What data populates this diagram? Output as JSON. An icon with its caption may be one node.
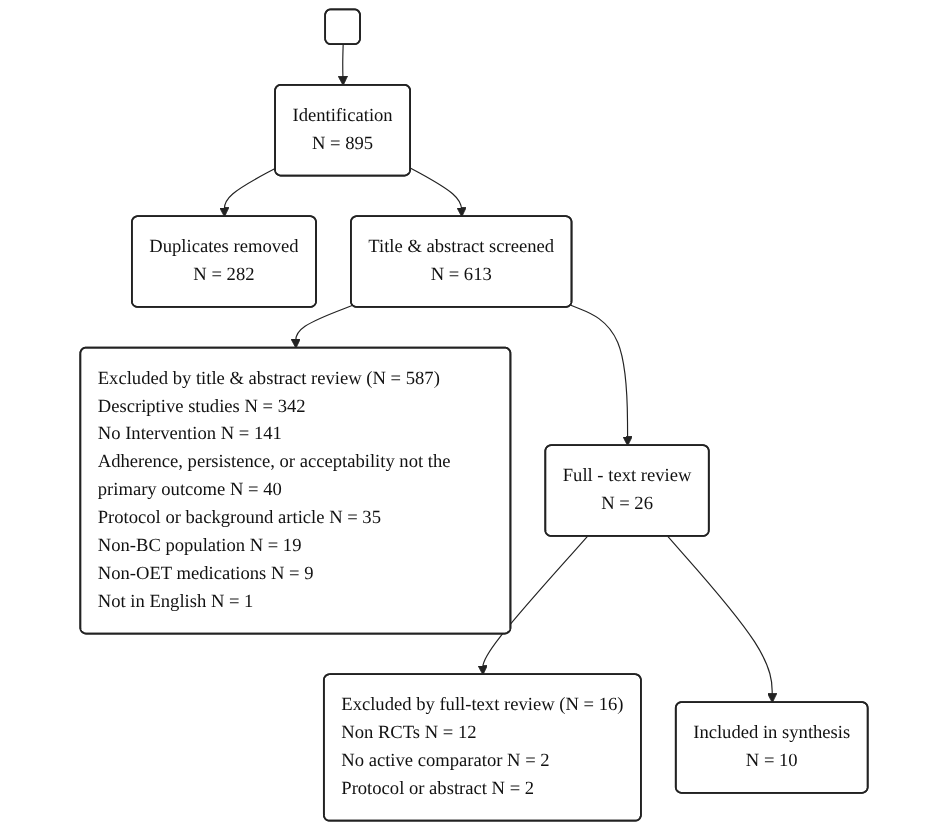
{
  "diagram": {
    "nodes": [
      {
        "text": [
          "Identification",
          "N = 895"
        ]
      },
      {
        "text": [],
        "shape": "box"
      },
      {
        "text": [
          "Duplicates removed",
          "N = 282"
        ]
      },
      {
        "text": [
          "Title & abstract screened",
          "N = 613"
        ]
      },
      {
        "text": [
          "Excluded by title & abstract review (N = 587)",
          "Descriptive studies N = 342",
          "No Intervention N = 141",
          "Adherence, persistence, or acceptability not the primary outcome N = 40",
          "Protocol or background article N = 35",
          "Non-BC population N = 19",
          "Non-OET medications N = 9",
          "Not in English N = 1"
        ]
      },
      {
        "text": [
          "Full - text review",
          "N = 26"
        ]
      },
      {
        "text": [
          "Excluded by full-text review (N = 16)",
          "Non RCTs N = 12",
          "No active comparator N = 2",
          "Protocol or abstract N = 2"
        ]
      },
      {
        "text": [
          "Included in synthesis",
          "N = 10"
        ]
      }
    ],
    "edges": [
      {
        "from": 1,
        "to": 0,
        "arrow": "to"
      },
      {
        "from": 0,
        "to": 2,
        "arrow": "to"
      },
      {
        "from": 0,
        "to": 3,
        "arrow": "to"
      },
      {
        "from": 3,
        "to": 4,
        "arrow": "to"
      },
      {
        "from": 3,
        "to": 5,
        "arrow": "to"
      },
      {
        "from": 5,
        "to": 6,
        "arrow": "to"
      },
      {
        "from": 5,
        "to": 7,
        "arrow": "to"
      }
    ]
  }
}
